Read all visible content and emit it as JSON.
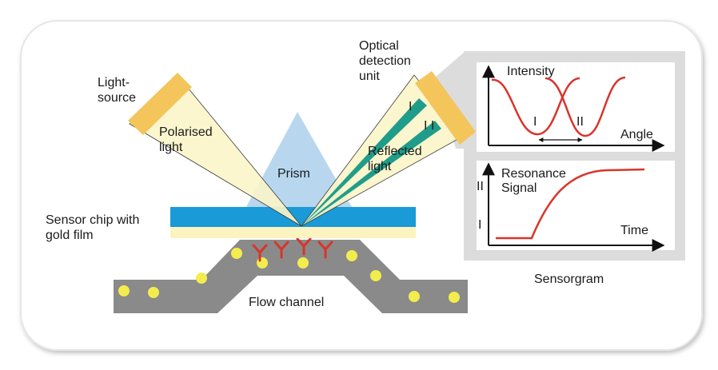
{
  "labels": {
    "light_source": [
      "Light-",
      "source"
    ],
    "polarised_light": [
      "Polarised",
      "light"
    ],
    "prism": "Prism",
    "optical_detection_unit": [
      "Optical",
      "detection",
      "unit"
    ],
    "reflected_light": [
      "Reflected",
      "light"
    ],
    "beam_I": "I",
    "beam_II": "I I",
    "sensor_chip": [
      "Sensor chip with",
      "gold film"
    ],
    "flow_channel": "Flow channel",
    "sensorgram": "Sensorgram"
  },
  "intensity_plot": {
    "title": "Intensity",
    "xlabel": "Angle",
    "dip_I": "I",
    "dip_II": "II"
  },
  "resonance_plot": {
    "title": [
      "Resonance",
      "Signal"
    ],
    "xlabel": "Time",
    "level_II": "II",
    "level_I": "I"
  },
  "colors": {
    "frame_shadow": "#d8d8d8",
    "panel_gray": "#dcdcdc",
    "beam_fill": "#fbf5c8",
    "source_block": "#f3c55a",
    "prism": "#b8d7ef",
    "sensor_chip": "#1a9ad6",
    "gold_film": "#fbf3c0",
    "flow_channel": "#8a8a8a",
    "particle": "#f3ec4d",
    "antibody": "#d9342b",
    "reflected_beam": "#1f9d8a",
    "curve": "#d9342b"
  }
}
